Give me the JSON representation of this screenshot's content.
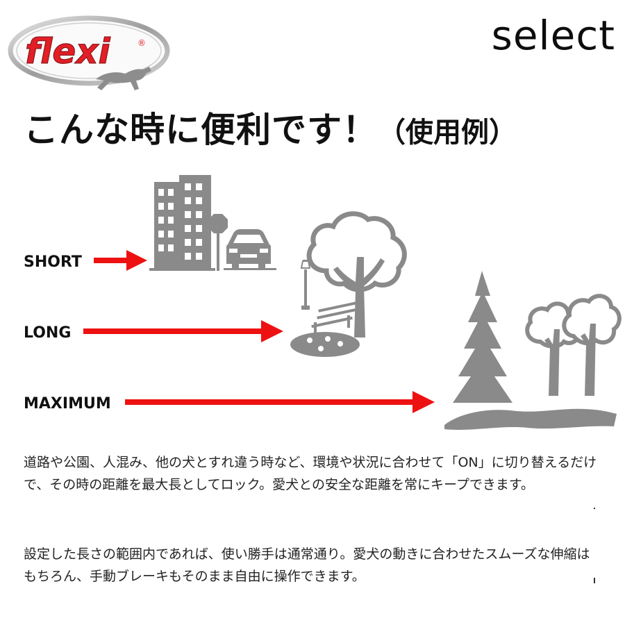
{
  "logo": {
    "text": "flexi",
    "mark": "®"
  },
  "brand_word": "select",
  "headline": {
    "main": "こんな時に便利です！",
    "sub": "（使用例）"
  },
  "levels": [
    {
      "label": "SHORT"
    },
    {
      "label": "LONG"
    },
    {
      "label": "MAXIMUM"
    }
  ],
  "colors": {
    "arrow": "#ee1111",
    "illustration": "#8a8a8a",
    "logo_red": "#e21e26"
  },
  "icons": [
    "city-building-icon",
    "stop-sign-icon",
    "car-icon",
    "park-tree-icon",
    "street-lamp-icon",
    "bench-icon",
    "flower-bed-icon",
    "forest-icon"
  ],
  "description": {
    "paragraph1": "道路や公園、人混み、他の犬とすれ違う時など、環境や状況に合わせて「ON」に切り替えるだけで、その時の距離を最大長としてロック。愛犬との安全な距離を常にキープできます。",
    "paragraph2": "設定した長さの範囲内であれば、使い勝手は通常通り。愛犬の動きに合わせたスムーズな伸縮はもちろん、手動ブレーキもそのまま自由に操作できます。"
  }
}
